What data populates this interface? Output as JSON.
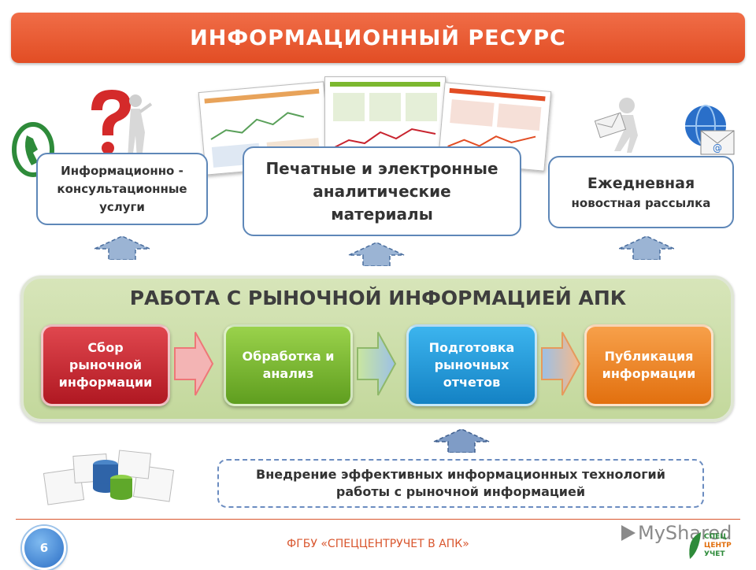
{
  "header": {
    "title": "ИНФОРМАЦИОННЫЙ РЕСУРС"
  },
  "outputs": {
    "consulting": [
      "Информационно -",
      "консультационные",
      "услуги"
    ],
    "materials": [
      "Печатные и электронные",
      "аналитические",
      "материалы"
    ],
    "newsletter": [
      "Ежедневная",
      "новостная рассылка"
    ]
  },
  "work": {
    "title": "РАБОТА С РЫНОЧНОЙ ИНФОРМАЦИЕЙ АПК",
    "stages": [
      {
        "lines": [
          "Сбор",
          "рыночной",
          "информации"
        ],
        "color": "#c8232e"
      },
      {
        "lines": [
          "Обработка и",
          "анализ"
        ],
        "color": "#7cb82f"
      },
      {
        "lines": [
          "Подготовка",
          "рыночных",
          "отчетов"
        ],
        "color": "#1f9ad6"
      },
      {
        "lines": [
          "Публикация",
          "информации"
        ],
        "color": "#f0841e"
      }
    ]
  },
  "technology": {
    "lines": [
      "Внедрение эффективных информационных технологий",
      "работы с рыночной информацией"
    ]
  },
  "footer": {
    "org": "ФГБУ «СПЕЦЦЕНТРУЧЕТ В АПК»",
    "page": "6",
    "watermark": "MyShared",
    "logo_lines": [
      "СПЕЦ",
      "ЦЕНТР",
      "УЧЕТ"
    ]
  },
  "colors": {
    "accent": "#e24d24",
    "box_border": "#5e87b8",
    "panel": "#c9dca6"
  },
  "icons": [
    "phone-icon",
    "question-person-icon",
    "mail-person-icon",
    "email-globe-icon",
    "database-icon",
    "up-arrow-icon",
    "right-arrow-icon"
  ]
}
